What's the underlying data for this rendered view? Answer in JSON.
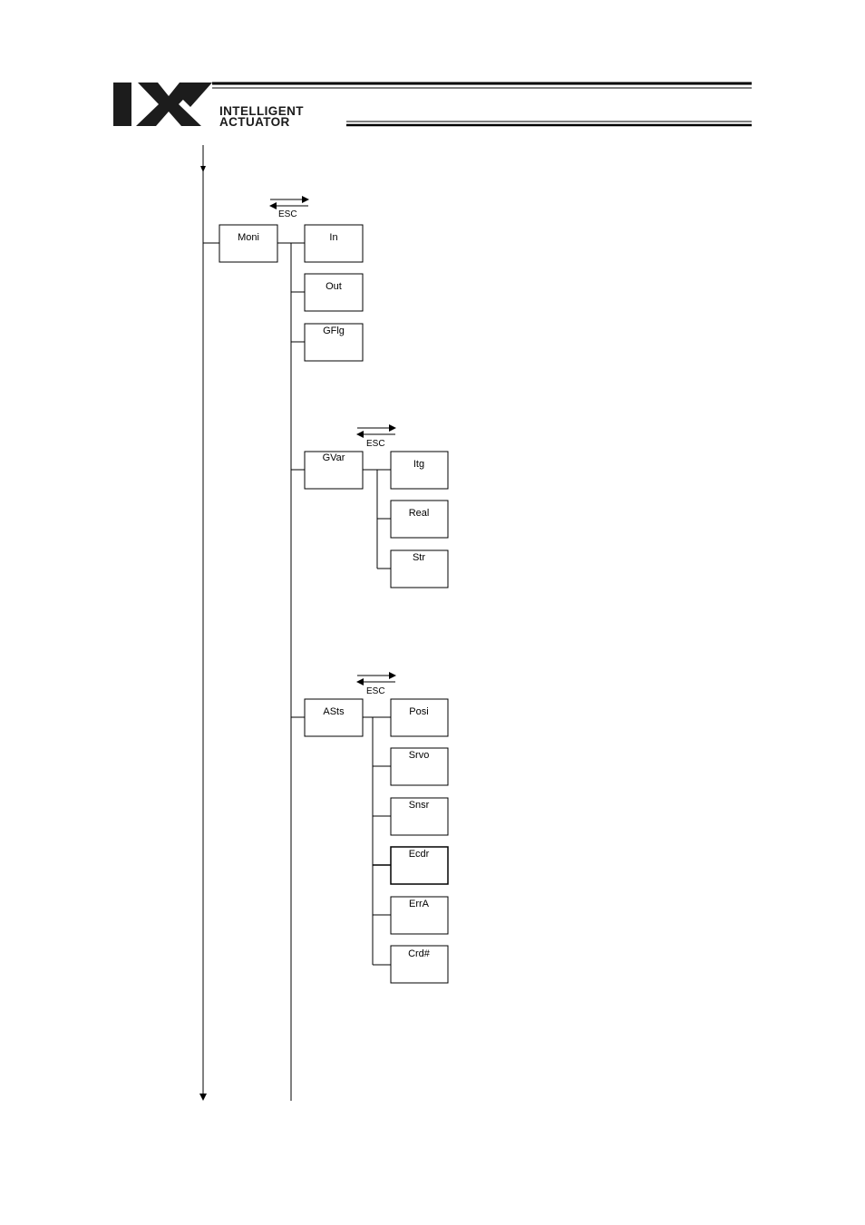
{
  "header": {
    "logo_letters": "IX",
    "brand_line1": "INTELLIGENT",
    "brand_line2": "ACTUATOR"
  },
  "esc_label": "ESC",
  "menu": {
    "root": "Moni",
    "level1": [
      "In",
      "Out",
      "GFlg",
      "GVar",
      "ASts"
    ],
    "gvar_children": [
      "Itg",
      "Real",
      "Str"
    ],
    "asts_children": [
      "Posi",
      "Srvo",
      "Snsr",
      "Ecdr",
      "ErrA",
      "Crd#"
    ]
  }
}
